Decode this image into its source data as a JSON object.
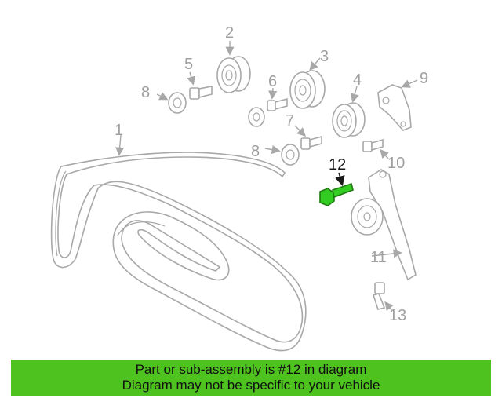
{
  "callouts": {
    "c1": "1",
    "c2": "2",
    "c3": "3",
    "c4": "4",
    "c5": "5",
    "c6": "6",
    "c7": "7",
    "c8a": "8",
    "c8b": "8",
    "c9": "9",
    "c10": "10",
    "c11": "11",
    "c12": "12",
    "c13": "13"
  },
  "highlight_part": "12",
  "colors": {
    "highlight": "#33cc22",
    "banner": "#4ec21f",
    "line_art": "#a8a8a8"
  },
  "banner": {
    "line1": "Part or sub-assembly is #12 in diagram",
    "line2": "Diagram may not be specific to your vehicle"
  }
}
